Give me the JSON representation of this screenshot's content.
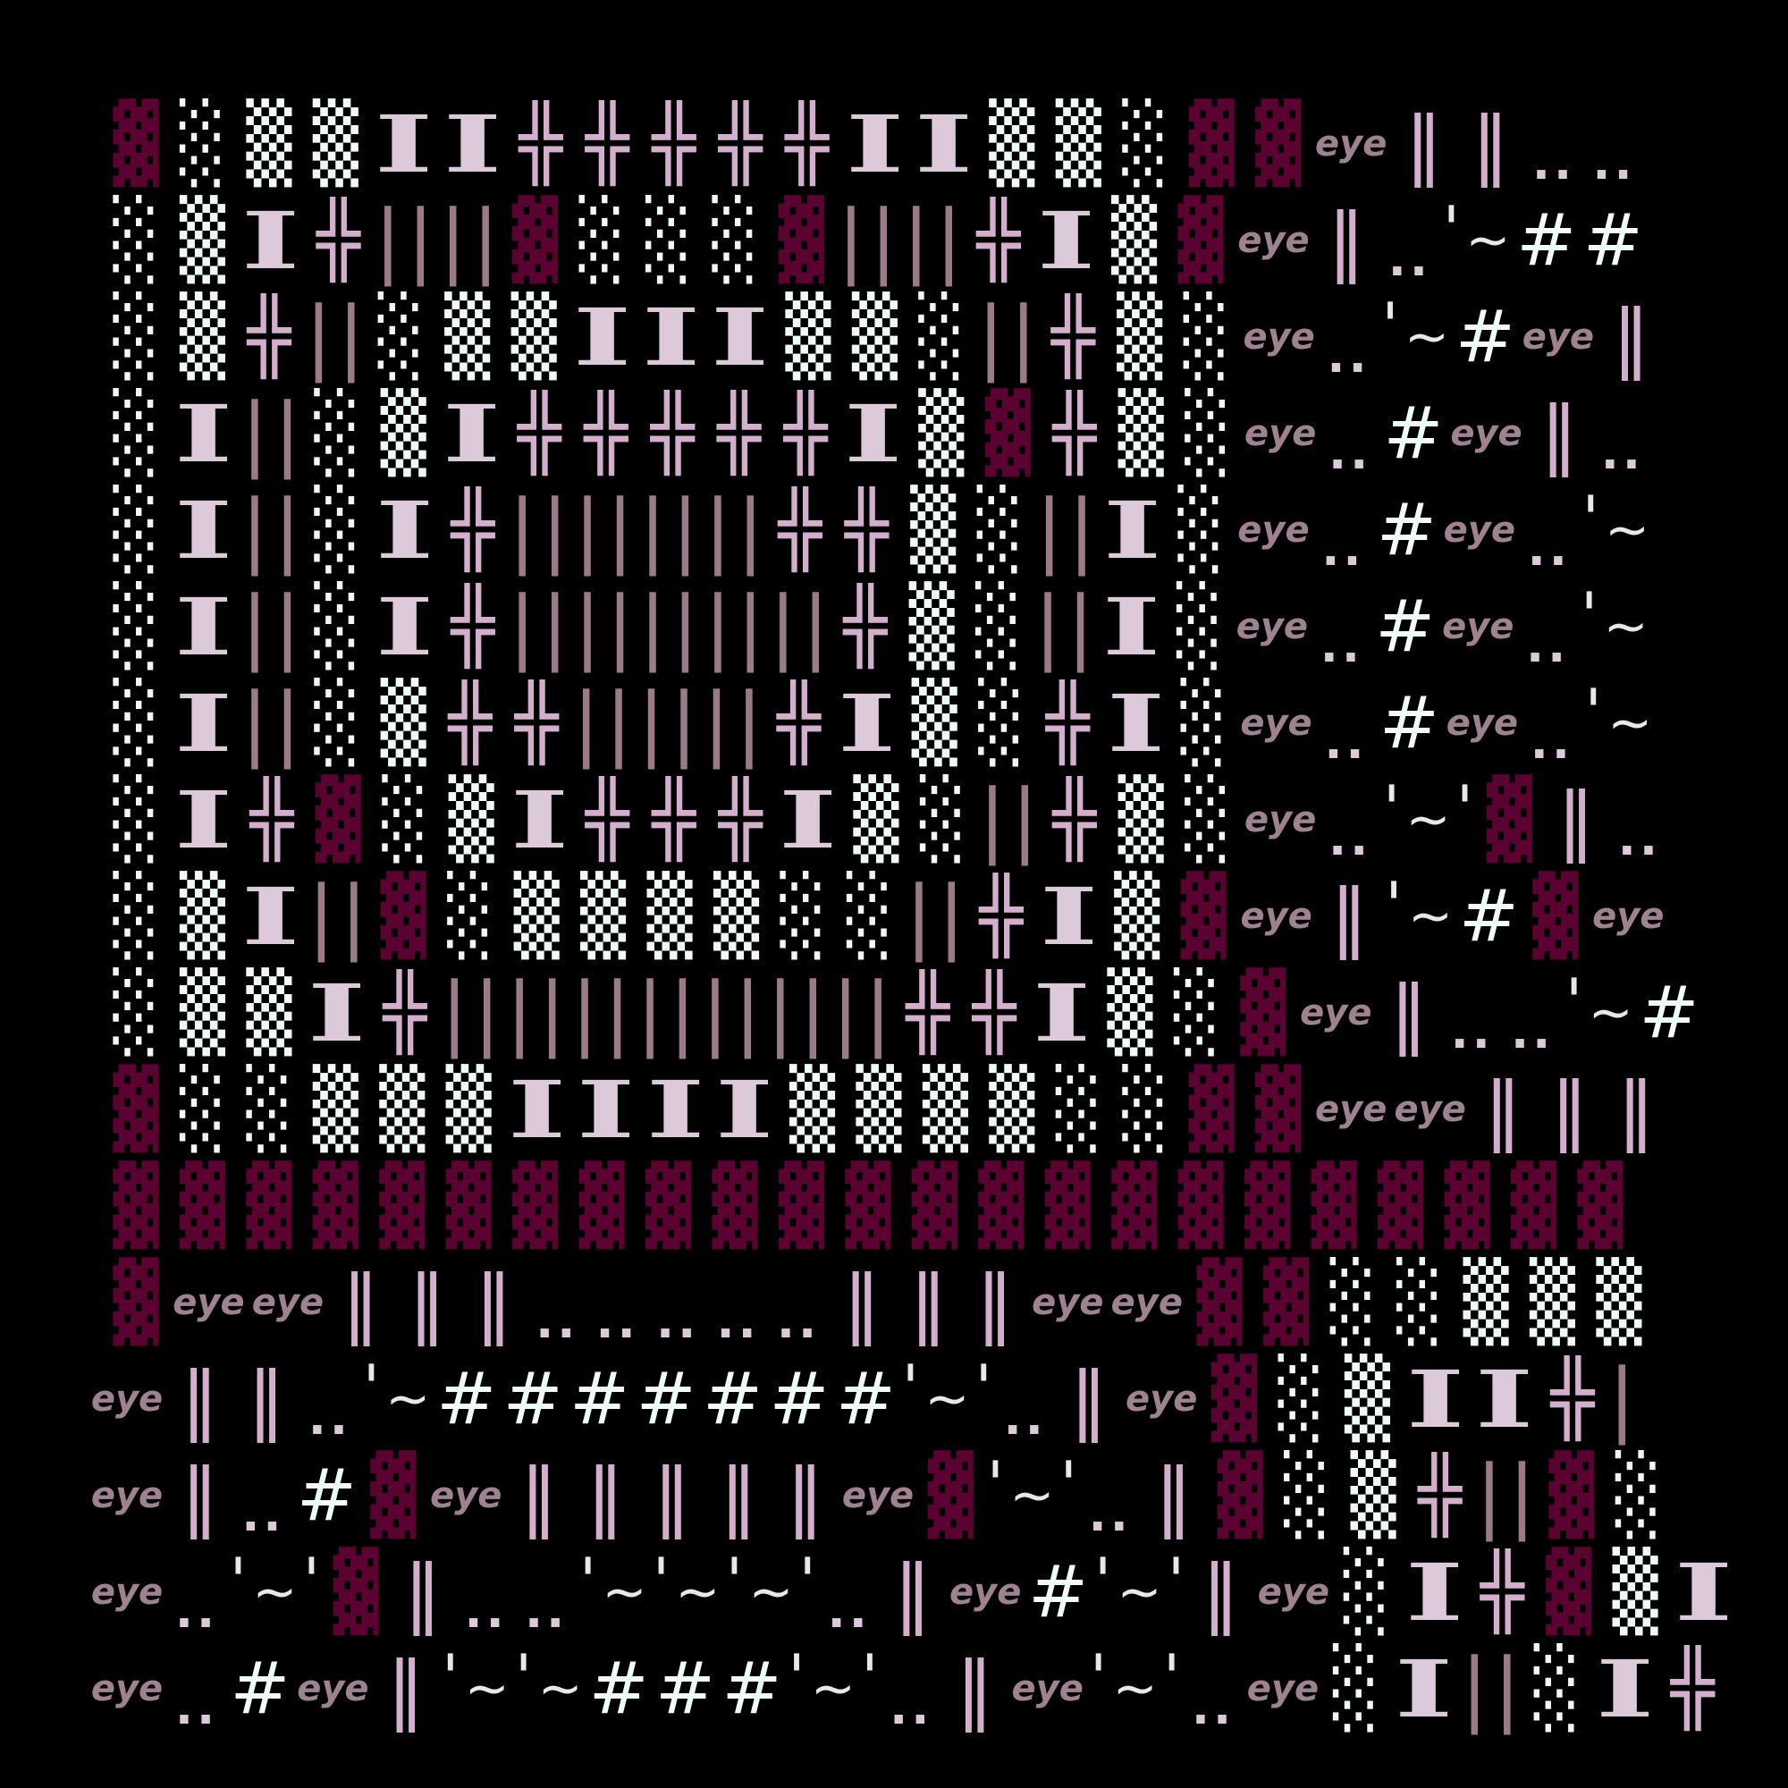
{
  "colors": {
    "background": "#000000",
    "shade_dark": "#5c0232",
    "shade_light": "#eefaf6",
    "ibeam": "#dccadb",
    "cross": "#d4aecd",
    "bar": "#9b7b88",
    "eye": "#9e8290",
    "hash": "#effffa"
  },
  "icon_names": {
    "eye": "eye-icon"
  },
  "rows": [
    "▓ ░ ▒ ▒ I I ╬ ╬ ╬ ╬ ╬ I I ▒ ▒ ░ ▓ ▓ eye ‖ ‖ .. ..",
    "░ ▒ I ╬ | | | | ▓ ░ ░ ░ ▓ | | | | ╬ I ▒ ▓ eye ‖ .. ' ~ # #",
    "░ ▒ ╬ | | ░ ▒ ▒ I I I ▒ ▒ ░ | | ╬ ▒ ░ eye .. ' ~ # eye ‖",
    "░ I | | ░ ▒ I ╬ ╬ ╬ ╬ ╬ I ▒ ▓ ╬ ▒ ░ eye .. # eye ‖ ..",
    "░ I | | ░ I ╬ | | | | | | | | ╬ ╬ ▒ ░ | | I ░ eye .. # eye .. ' ~",
    "░ I | | ░ I ╬ | | | | | | | | | | ╬ ▒ ░ | | I ░ eye .. # eye .. ' ~",
    "░ I | | ░ ▒ ╬ ╬ | | | | | | ╬ I ▒ ░ ╬ I ░ eye .. # eye .. ' ~",
    "░ I ╬ ▓ ░ ▒ I ╬ ╬ ╬ I ▒ ░ | | ╬ ▒ ░ eye .. ' ~ ' ▓ ‖ ..",
    "░ ▒ I | | ▓ ░ ▒ ▒ ▒ ▒ ░ ░ | | ╬ I ▒ ▓ eye ‖ ' ~ # ▓ eye",
    "░ ▒ ▒ I ╬ | | | | | | | | | | | | | | ╬ ╬ I ▒ ░ ▓ eye ‖ .. .. ' ~ #",
    "▓ ░ ░ ▒ ▒ ▒ I I I I ▒ ▒ ▒ ▒ ░ ░ ▓ ▓ eye eye ‖ ‖ ‖",
    "▓ ▓ ▓ ▓ ▓ ▓ ▓ ▓ ▓ ▓ ▓ ▓ ▓ ▓ ▓ ▓ ▓ ▓ ▓ ▓ ▓ ▓ ▓",
    "▓ eye eye ‖ ‖ ‖ .. .. .. .. .. ‖ ‖ ‖ eye eye ▓ ▓ ░ ░ ▒ ▒ ▒",
    "eye ‖ ‖ .. ' ~ # # # # # # # ' ~ ' .. ‖ eye ▓ ░ ▒ I I ╬ |",
    "eye ‖ .. # ▓ eye ‖ ‖ ‖ ‖ ‖ eye ▓ ' ~ ' .. ‖ ▓ ░ ▒ ╬ | | ▓ ░",
    "eye .. ' ~ ' ▓ ‖ .. .. ' ~ ' ~ ' ~ ' .. ‖ eye # ' ~ ' ‖ eye ░ I ╬ ▓ ▒ I",
    "eye .. # eye ‖ ' ~ ' ~ # # # ' ~ ' .. ‖ eye ' ~ ' .. eye ░ I | | ░ I ╬"
  ]
}
